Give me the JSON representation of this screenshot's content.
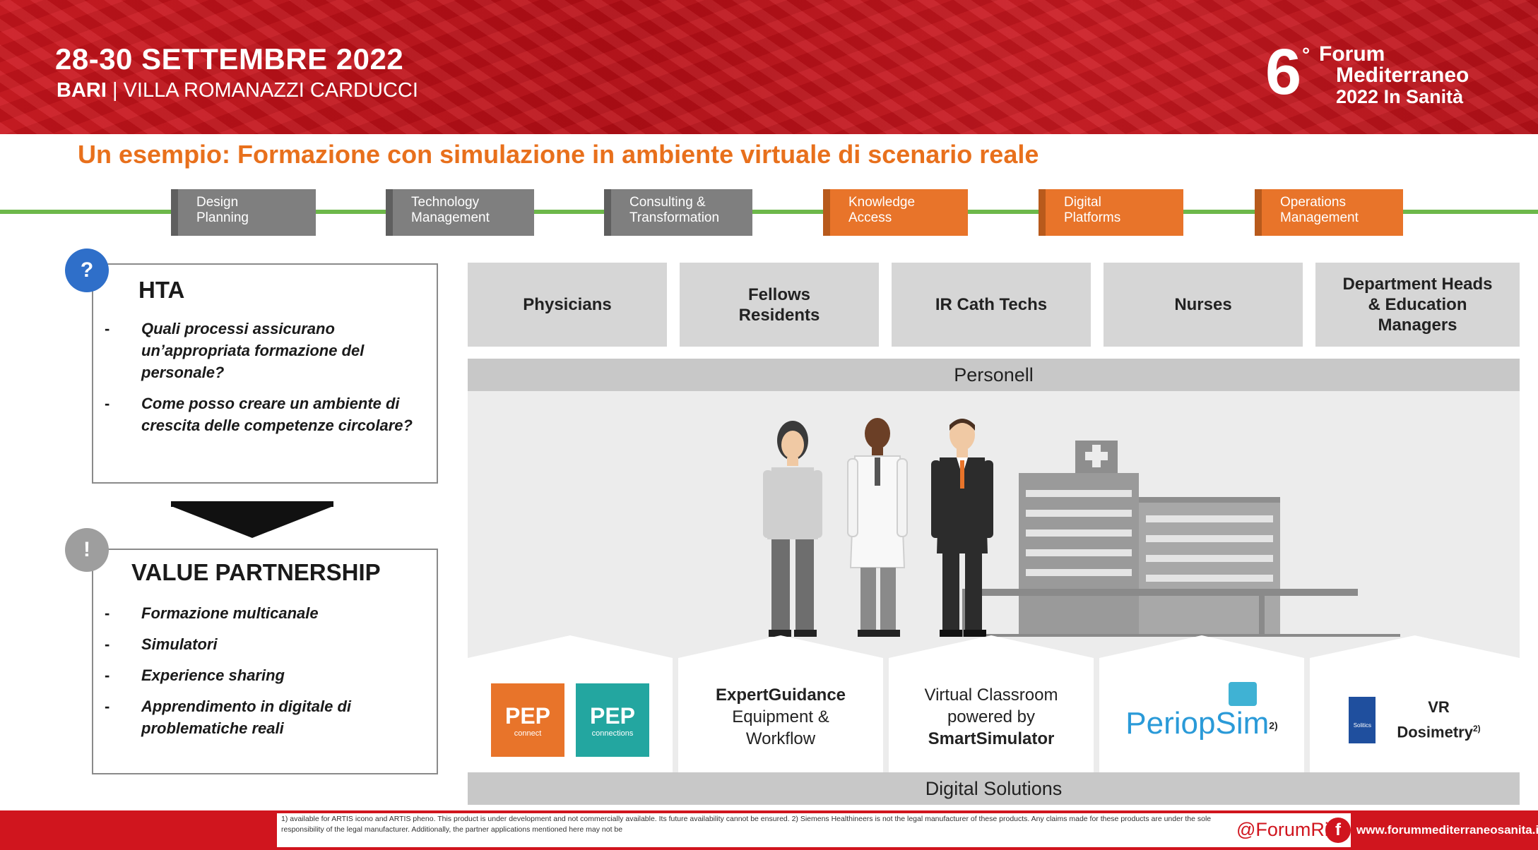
{
  "header": {
    "date": "28-30 SETTEMBRE 2022",
    "city": "BARI",
    "venue_separator": " | ",
    "venue": "VILLA ROMANAZZI CARDUCCI",
    "logo": {
      "number": "6",
      "degree": "°",
      "line1": "Forum",
      "line2": "Mediterraneo",
      "line3": "2022 In Sanità"
    }
  },
  "title": "Un esempio: Formazione con simulazione in ambiente virtuale di scenario reale",
  "process_steps": [
    {
      "line1": "Design",
      "line2": "Planning",
      "color": "gray"
    },
    {
      "line1": "Technology",
      "line2": "Management",
      "color": "gray"
    },
    {
      "line1": "Consulting &",
      "line2": "Transformation",
      "color": "gray"
    },
    {
      "line1": "Knowledge",
      "line2": "Access",
      "color": "orange"
    },
    {
      "line1": "Digital",
      "line2": "Platforms",
      "color": "orange"
    },
    {
      "line1": "Operations",
      "line2": "Management",
      "color": "orange"
    }
  ],
  "hta": {
    "badge": "?",
    "title": "HTA",
    "items": [
      "Quali processi assicurano un’appropriata formazione del personale?",
      "Come posso creare un ambiente di crescita delle competenze circolare?"
    ]
  },
  "value_partnership": {
    "badge": "!",
    "title": "VALUE PARTNERSHIP",
    "items": [
      "Formazione multicanale",
      "Simulatori",
      "Experience sharing",
      "Apprendimento in digitale di problematiche reali"
    ]
  },
  "roles": [
    {
      "l1": "Physicians",
      "l2": "",
      "l3": ""
    },
    {
      "l1": "Fellows",
      "l2": "Residents",
      "l3": ""
    },
    {
      "l1": "IR Cath Techs",
      "l2": "",
      "l3": ""
    },
    {
      "l1": "Nurses",
      "l2": "",
      "l3": ""
    },
    {
      "l1": "Department Heads",
      "l2": "& Education",
      "l3": "Managers"
    }
  ],
  "personell_label": "Personell",
  "solutions": {
    "pep1": {
      "label": "PEP",
      "sub": "connect",
      "color": "#e8742a"
    },
    "pep2": {
      "label": "PEP",
      "sub": "connections",
      "color": "#23a6a0"
    },
    "expert": {
      "l1": "ExpertGuidance",
      "l2": "Equipment &",
      "l3": "Workflow"
    },
    "classroom": {
      "l1": "Virtual Classroom",
      "l2": "powered by",
      "l3": "SmartSimulator"
    },
    "periop": {
      "label": "PeriopSim",
      "sup": "2)"
    },
    "vr": {
      "badge": "Solitics",
      "l1": "VR",
      "l2": "Dosimetry",
      "sup": "2)"
    }
  },
  "digital_solutions_label": "Digital Solutions",
  "footer": {
    "note": "1) available for ARTIS icono and ARTIS pheno. This product is under development and not commercially available. Its future availability cannot be ensured. 2) Siemens Healthineers is not the legal manufacturer of these products. Any claims made for these products are under the sole responsibility of the legal manufacturer. Additionally, the partner applications mentioned here may not be",
    "handle": "@ForumRisk",
    "url": "www.forummediterraneosanita.it",
    "facebook_icon": "f",
    "twitter_icon": "t"
  },
  "colors": {
    "brand_red": "#c8161e",
    "title_orange": "#e8701c",
    "line_green": "#6db84a",
    "step_gray": "#7f7f7f",
    "step_orange": "#e8742a",
    "badge_blue": "#2f6fc9"
  }
}
